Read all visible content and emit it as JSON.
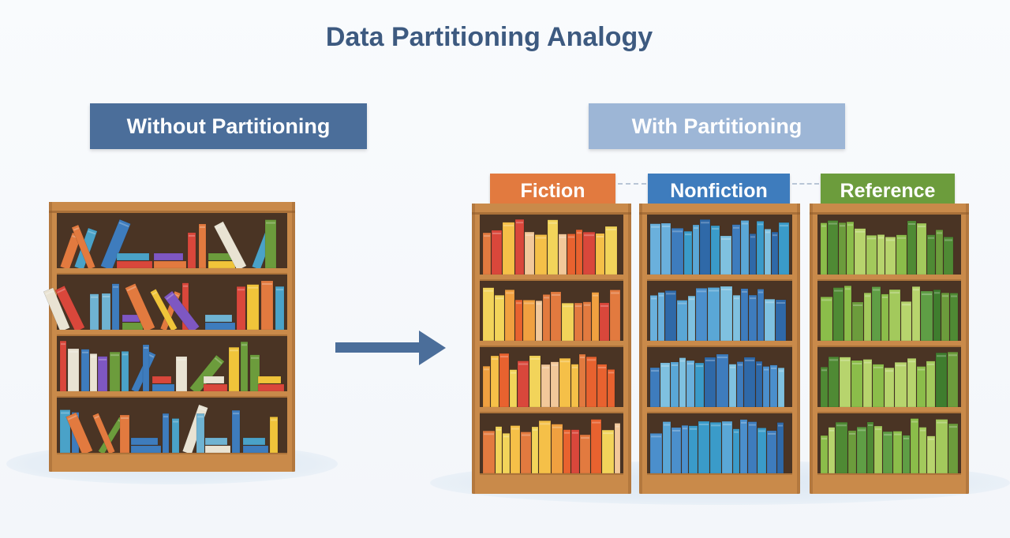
{
  "title": "Data Partitioning Analogy",
  "without_label": "Without Partitioning",
  "with_label": "With Partitioning",
  "categories": [
    {
      "label": "Fiction",
      "color": "#e27a3f"
    },
    {
      "label": "Nonfiction",
      "color": "#3e7cbd"
    },
    {
      "label": "Reference",
      "color": "#6c9c3c"
    }
  ],
  "colors": {
    "wood": "#c98a4a",
    "wood_dark": "#8a5628",
    "shelf_back": "#4a3424",
    "arrow": "#4b6e9a",
    "mixed_books": [
      "#3e7cbd",
      "#f0c43a",
      "#6c9c3c",
      "#d9473b",
      "#e27a3f",
      "#6fb3d2",
      "#e9e3d3",
      "#4aa2c8",
      "#7e57c2"
    ],
    "fiction_books": [
      "#e27a3f",
      "#d9473b",
      "#f0a040",
      "#f5c048",
      "#f2c89a",
      "#e8622f",
      "#f2d45a"
    ],
    "nonfiction_books": [
      "#3e7cbd",
      "#2f69a8",
      "#5aa7d6",
      "#4b8fcc",
      "#7fc1e0",
      "#3a9bc9",
      "#6ab0dc"
    ],
    "reference_books": [
      "#6c9c3c",
      "#8bbd4a",
      "#4f8a34",
      "#a3c95c",
      "#5f9e45",
      "#b7d46d",
      "#3f7d2e"
    ]
  }
}
